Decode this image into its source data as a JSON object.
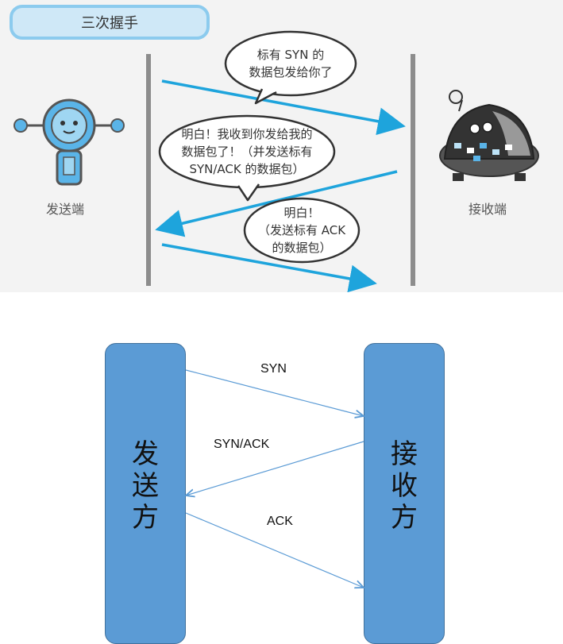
{
  "top": {
    "title": "三次握手",
    "bubbles": [
      {
        "text": "标有 SYN 的\n数据包发给你了"
      },
      {
        "text": "明白！我收到你发给我的\n数据包了！（并发送标有\nSYN/ACK 的数据包）"
      },
      {
        "text": "明白！\n（发送标有 ACK\n的数据包）"
      }
    ],
    "sender_label": "发送端",
    "receiver_label": "接收端"
  },
  "bottom": {
    "sender_label": "发送方",
    "receiver_label": "接收方",
    "messages": [
      "SYN",
      "SYN/ACK",
      "ACK"
    ]
  },
  "colors": {
    "arrow_top": "#1ea4dc",
    "bar_fill": "#5b9bd5",
    "arrow_bottom": "#5b9bd5",
    "title_fill": "#cfe8f7",
    "title_border": "#8ccbee"
  }
}
